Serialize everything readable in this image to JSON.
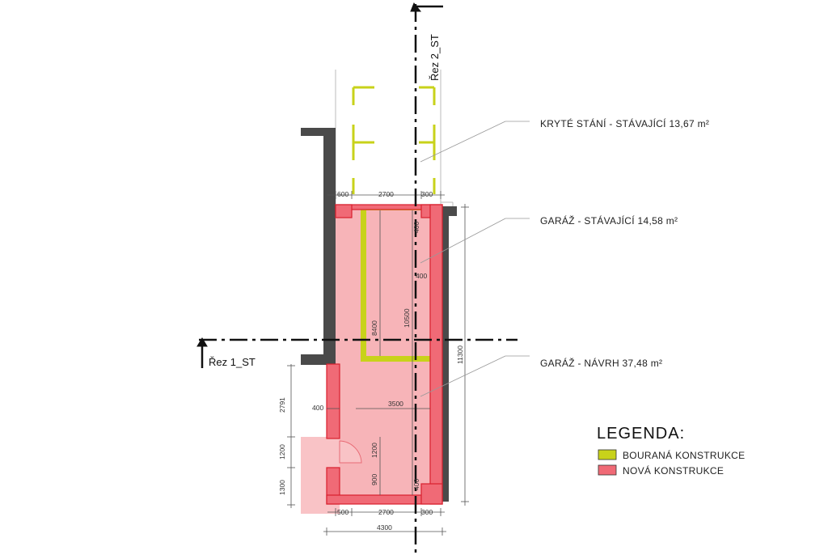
{
  "labels": {
    "covered_parking": "KRYTÉ STÁNÍ - STÁVAJÍCÍ 13,67 m²",
    "garage_existing": "GARÁŽ - STÁVAJÍCÍ 14,58 m²",
    "garage_proposal": "GARÁŽ - NÁVRH 37,48 m²"
  },
  "sections": {
    "section1": "Řez 1_ST",
    "section2": "Řez 2_ST"
  },
  "legend": {
    "title": "LEGENDA:",
    "items": [
      {
        "label": "BOURANÁ KONSTRUKCE",
        "color": "#c8d21a"
      },
      {
        "label": "NOVÁ KONSTRUKCE",
        "color": "#f06a76"
      }
    ]
  },
  "dimensions": {
    "top": [
      "600",
      "2700",
      "300"
    ],
    "bottom": [
      "500",
      "2700",
      "300"
    ],
    "total_width": "4300",
    "right_height": "11300",
    "left": [
      "2791",
      "400",
      "1200",
      "1300"
    ],
    "interior": [
      "400",
      "400",
      "8400",
      "10500",
      "3500",
      "1200",
      "900",
      "400"
    ]
  },
  "colors": {
    "new_fill": "#f7b4b8",
    "new_wall": "#f06a76",
    "new_edge": "#d8202e",
    "demolished": "#c8d21a",
    "existing_wall": "#4a4a4a"
  }
}
